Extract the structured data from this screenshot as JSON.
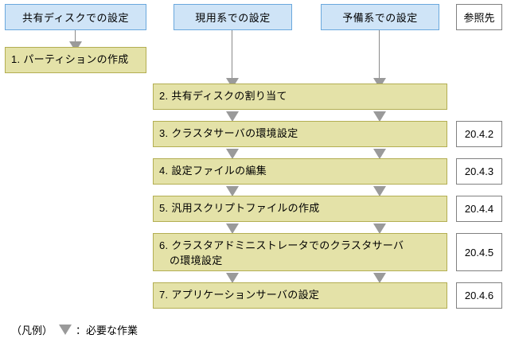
{
  "diagram": {
    "columns": [
      {
        "id": "shared-disk",
        "label": "共有ディスクでの設定"
      },
      {
        "id": "active-node",
        "label": "現用系での設定"
      },
      {
        "id": "standby-node",
        "label": "予備系での設定"
      },
      {
        "id": "reference",
        "label": "参照先"
      }
    ],
    "steps": [
      {
        "no": "1",
        "text": "1. パーティションの作成",
        "line2": "",
        "column": "shared-disk",
        "reference": ""
      },
      {
        "no": "2",
        "text": "2. 共有ディスクの割り当て",
        "line2": "",
        "column": "span",
        "reference": ""
      },
      {
        "no": "3",
        "text": "3. クラスタサーバの環境設定",
        "line2": "",
        "column": "span",
        "reference": "20.4.2"
      },
      {
        "no": "4",
        "text": "4. 設定ファイルの編集",
        "line2": "",
        "column": "span",
        "reference": "20.4.3"
      },
      {
        "no": "5",
        "text": "5. 汎用スクリプトファイルの作成",
        "line2": "",
        "column": "span",
        "reference": "20.4.4"
      },
      {
        "no": "6",
        "text": "6. クラスタアドミニストレータでのクラスタサーバ",
        "line2": "の環境設定",
        "column": "span",
        "reference": "20.4.5"
      },
      {
        "no": "7",
        "text": "7. アプリケーションサーバの設定",
        "line2": "",
        "column": "span",
        "reference": "20.4.6"
      }
    ],
    "legend": {
      "prefix": "（凡例）",
      "separator": "：",
      "text": "必要な作業",
      "symbol": "down-arrow"
    },
    "colors": {
      "header_fill": "#cfe4f7",
      "header_border": "#6aa8dd",
      "step_fill": "#e4e2a8",
      "step_border": "#b3ae52",
      "arrow": "#9a9a9a",
      "line": "#8a8a8a",
      "ref_border": "#808080"
    }
  }
}
